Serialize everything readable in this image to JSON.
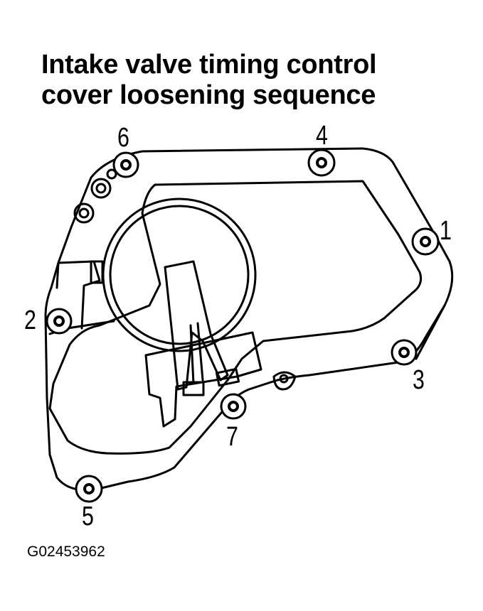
{
  "title": {
    "line1": "Intake valve timing control",
    "line2": "cover loosening sequence"
  },
  "bolt_sequence": [
    "1",
    "2",
    "3",
    "4",
    "5",
    "6",
    "7"
  ],
  "figure_id": "G02453962",
  "colors": {
    "ink": "#000000",
    "paper": "#ffffff"
  }
}
